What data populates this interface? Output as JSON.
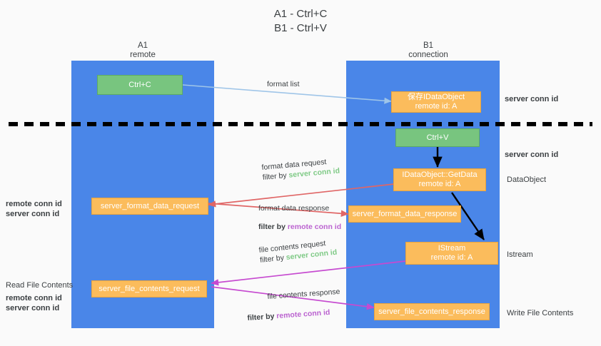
{
  "title": {
    "line1": "A1 - Ctrl+C",
    "line2": "B1 - Ctrl+V"
  },
  "lanes": [
    {
      "name": "A1",
      "sub": "remote"
    },
    {
      "name": "B1",
      "sub": "connection"
    }
  ],
  "colors": {
    "lane": "#4a86e8",
    "green_box": "#78c57f",
    "orange_box": "#fbbc5c",
    "remote_conn_id": "#bb63d0",
    "server_conn_id": "#7fca86",
    "arrow_blue": "#9fc5e8",
    "arrow_black": "#000000",
    "arrow_red": "#e06666",
    "arrow_magenta": "#c64ad0",
    "divider": "#000000",
    "background": "#fafafa"
  },
  "nodes": {
    "ctrl_c": "Ctrl+C",
    "ctrl_v": "Ctrl+V",
    "save_idataobject": {
      "line1": "保存IDataObject",
      "line2": "remote id: A"
    },
    "getdata": {
      "line1": "IDataObject::GetData",
      "line2": "remote id: A"
    },
    "istream": {
      "line1": "IStream",
      "line2": "remote id: A"
    },
    "server_format_data_request": "server_format_data_request",
    "server_format_data_response": "server_format_data_response",
    "server_file_contents_request": "server_file_contents_request",
    "server_file_contents_response": "server_file_contents_response"
  },
  "edges": {
    "format_list": "format list",
    "format_data_request": "format data request",
    "format_data_request_filter_prefix": "filter by ",
    "format_data_request_filter_id": "server conn id",
    "format_data_response": "format data response",
    "format_data_response_filter_prefix": "filter by ",
    "format_data_response_filter_id": "remote conn id",
    "file_contents_request": "file contents request",
    "file_contents_request_filter_prefix": "filter by ",
    "file_contents_request_filter_id": "server conn id",
    "file_contents_response": "file contents response",
    "file_contents_response_filter_prefix": "filter by ",
    "file_contents_response_filter_id": "remote conn id"
  },
  "annotations": {
    "right_server_conn_id_top": "server conn id",
    "right_server_conn_id_mid": "server conn id",
    "right_dataobject": "DataObject",
    "right_istream": "Istream",
    "right_write_file_contents": "Write File Contents",
    "left_read_file_contents": "Read File Contents",
    "left_remote_conn_id_1": "remote conn id",
    "left_server_conn_id_1": "server conn id",
    "left_remote_conn_id_2": "remote conn id",
    "left_server_conn_id_2": "server conn id"
  }
}
